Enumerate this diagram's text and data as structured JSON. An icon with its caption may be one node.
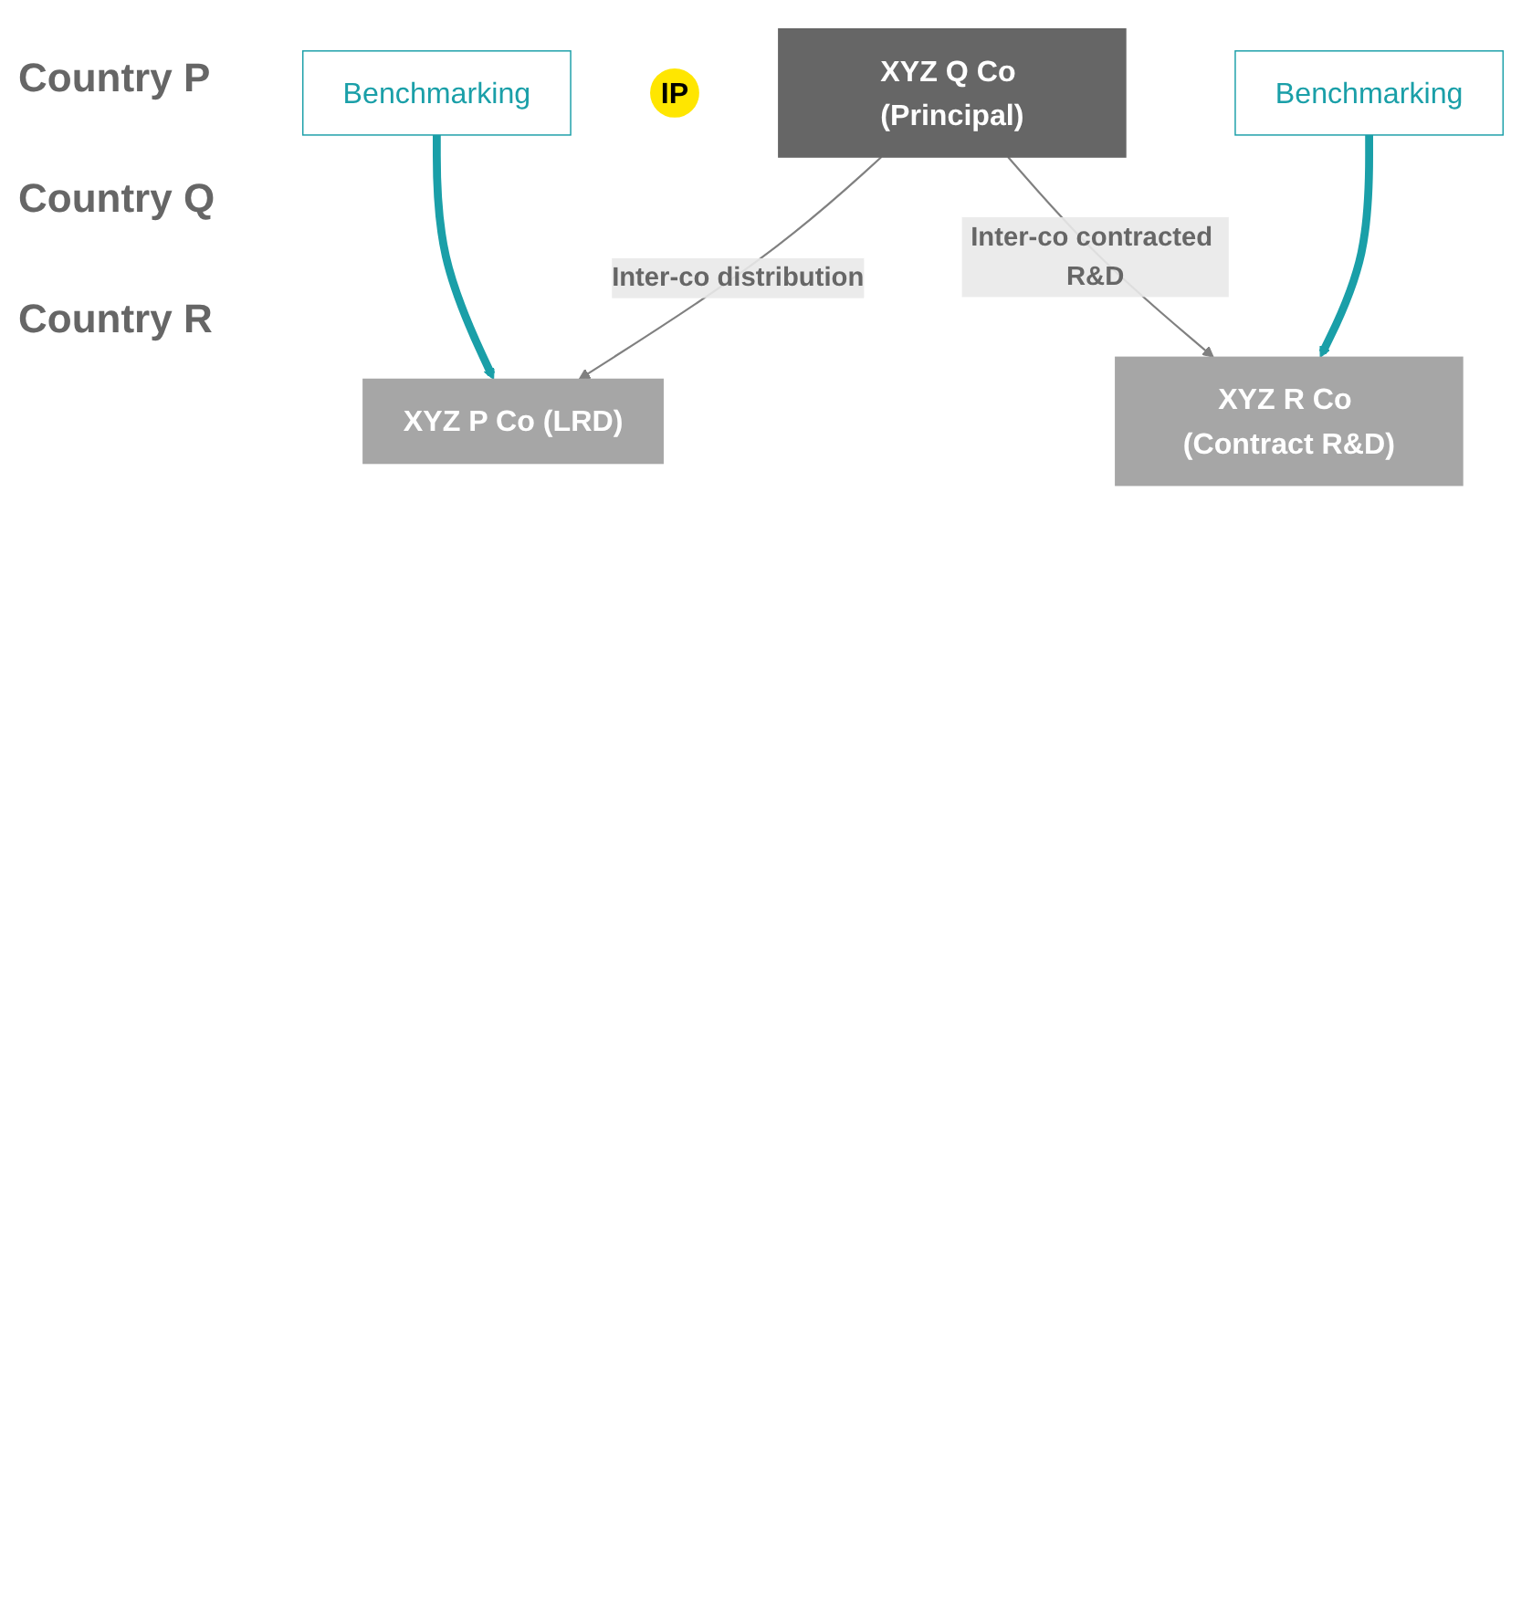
{
  "diagram": {
    "nodes": [
      {
        "text": [
          "XYZ P Co (LRD)"
        ]
      },
      {
        "text": [
          "Benchmarking"
        ]
      },
      {
        "text": [
          "IP"
        ]
      },
      {
        "text": [
          "XYZ Q Co (Principal)"
        ]
      },
      {
        "text": [
          "XYZ R Co (Contract R&D)"
        ]
      },
      {
        "text": [
          "Benchmarking"
        ]
      }
    ],
    "edges": [
      {
        "from": 3,
        "to": 0,
        "arrow": "to",
        "label": "Inter-co distribution"
      },
      {
        "from": 3,
        "to": 4,
        "arrow": "to",
        "label": "Inter-co contracted R&D"
      },
      {
        "from": 1,
        "to": 0,
        "arrow": "to",
        "style": "thick",
        "color": "#1a9fa8"
      },
      {
        "from": 5,
        "to": 4,
        "arrow": "to",
        "style": "thick",
        "color": "#1a9fa8"
      }
    ],
    "labels": [
      "Country P",
      "Country Q",
      "Country R"
    ]
  }
}
